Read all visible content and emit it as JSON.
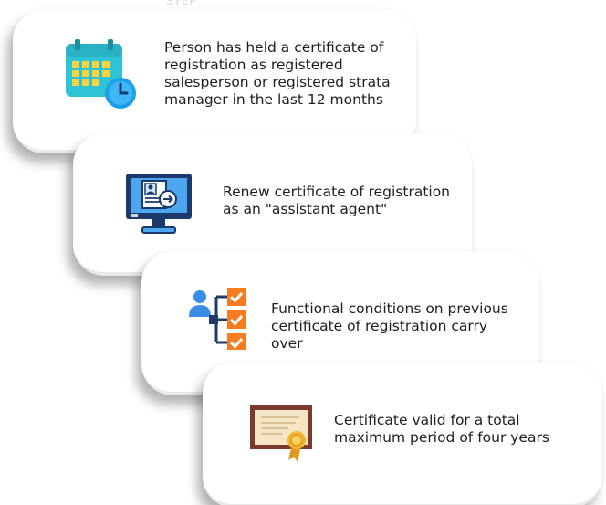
{
  "header": {
    "faint_label": "STEP"
  },
  "steps": [
    {
      "text": "Person has held a certificate of registration as registered salesperson or registered strata manager in the last 12 months",
      "icon": "calendar-clock-icon"
    },
    {
      "text": "Renew certificate of registration as an \"assistant agent\"",
      "icon": "monitor-profile-icon"
    },
    {
      "text": "Functional conditions on previous certificate of registration carry over",
      "icon": "person-checklist-icon"
    },
    {
      "text": "Certificate valid for a total maximum period of four years",
      "icon": "certificate-icon"
    }
  ],
  "colors": {
    "calendar_teal": "#2ec4d6",
    "calendar_yellow": "#ffd23f",
    "clock_blue": "#1d9fe8",
    "monitor_blue": "#1b3a6b",
    "check_orange": "#f57c20",
    "certificate_brown": "#7a3b2e",
    "seal_gold": "#f2b632"
  }
}
